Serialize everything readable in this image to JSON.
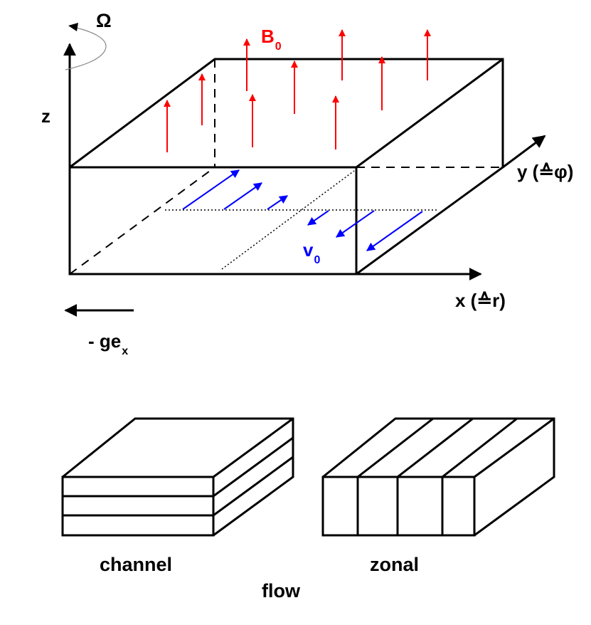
{
  "colors": {
    "field": "#ff0000",
    "flow": "#0000ff",
    "line": "#000000",
    "background": "#ffffff"
  },
  "labels": {
    "omega": "Ω",
    "z_axis": "z",
    "y_axis": "y (≙φ)",
    "x_axis": "x (≙r)",
    "field": {
      "main": "B",
      "sub": "0"
    },
    "flow_velocity": {
      "main": "v",
      "sub": "0"
    },
    "gravity": {
      "main": "- ge",
      "sub": "x"
    }
  },
  "modes": {
    "channel": "channel",
    "zonal": "zonal",
    "caption": "flow"
  }
}
